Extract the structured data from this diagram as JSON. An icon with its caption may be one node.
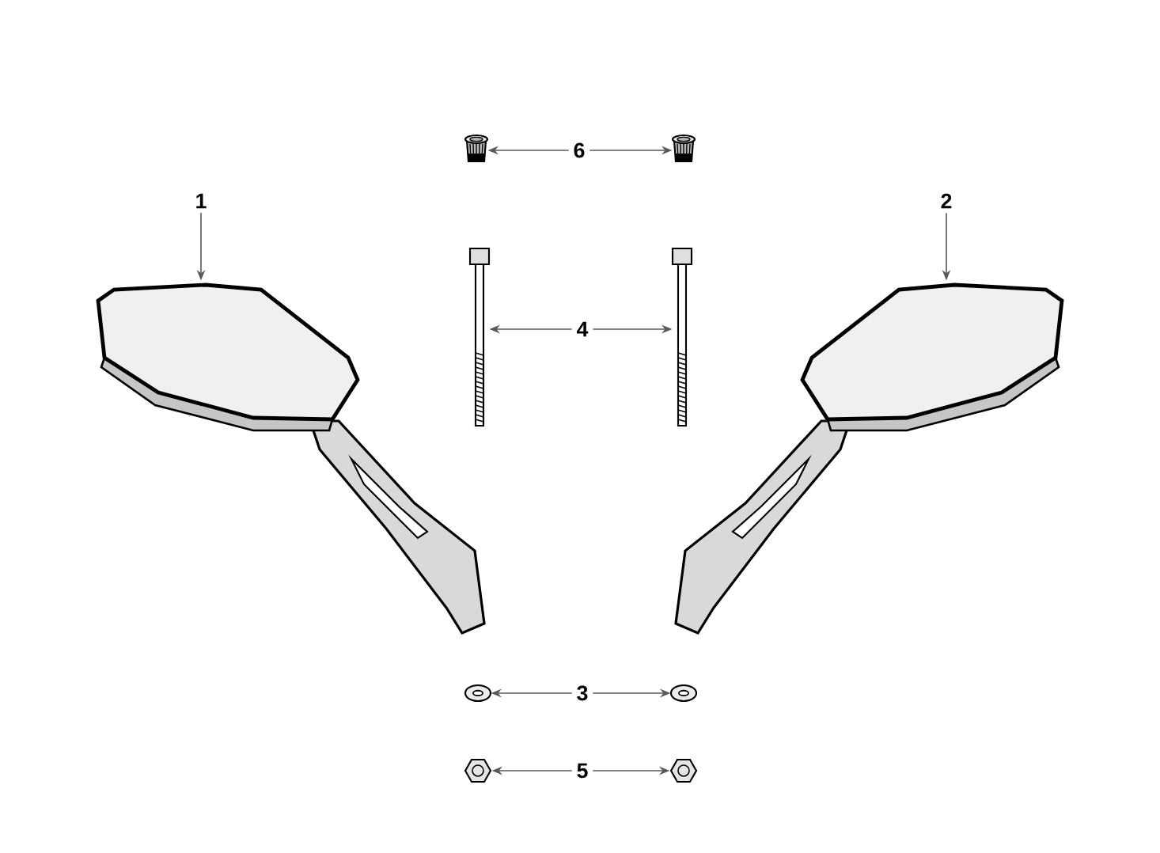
{
  "diagram": {
    "nodes": [
      {
        "text": [
          "1"
        ]
      },
      {
        "text": [],
        "shape": "picture"
      },
      {
        "text": [
          "2"
        ]
      },
      {
        "text": [],
        "shape": "picture"
      },
      {
        "text": [
          "6"
        ]
      },
      {
        "text": [],
        "shape": "picture"
      },
      {
        "text": [],
        "shape": "picture"
      },
      {
        "text": [
          "4"
        ]
      },
      {
        "text": [],
        "shape": "picture"
      },
      {
        "text": [],
        "shape": "picture"
      },
      {
        "text": [
          "3"
        ]
      },
      {
        "text": [],
        "shape": "picture"
      },
      {
        "text": [],
        "shape": "picture"
      },
      {
        "text": [
          "5"
        ]
      },
      {
        "text": [],
        "shape": "picture"
      },
      {
        "text": [],
        "shape": "picture"
      }
    ],
    "edges": [
      {
        "from": 0,
        "to": 1,
        "arrow": "to"
      },
      {
        "from": 2,
        "to": 3,
        "arrow": "to"
      },
      {
        "from": 4,
        "to": 5,
        "arrow": "to"
      },
      {
        "from": 4,
        "to": 6,
        "arrow": "to"
      },
      {
        "from": 7,
        "to": 8,
        "arrow": "to"
      },
      {
        "from": 7,
        "to": 9,
        "arrow": "to"
      },
      {
        "from": 10,
        "to": 11,
        "arrow": "to"
      },
      {
        "from": 10,
        "to": 12,
        "arrow": "to"
      },
      {
        "from": 13,
        "to": 14,
        "arrow": "to"
      },
      {
        "from": 13,
        "to": 15,
        "arrow": "to"
      }
    ]
  }
}
